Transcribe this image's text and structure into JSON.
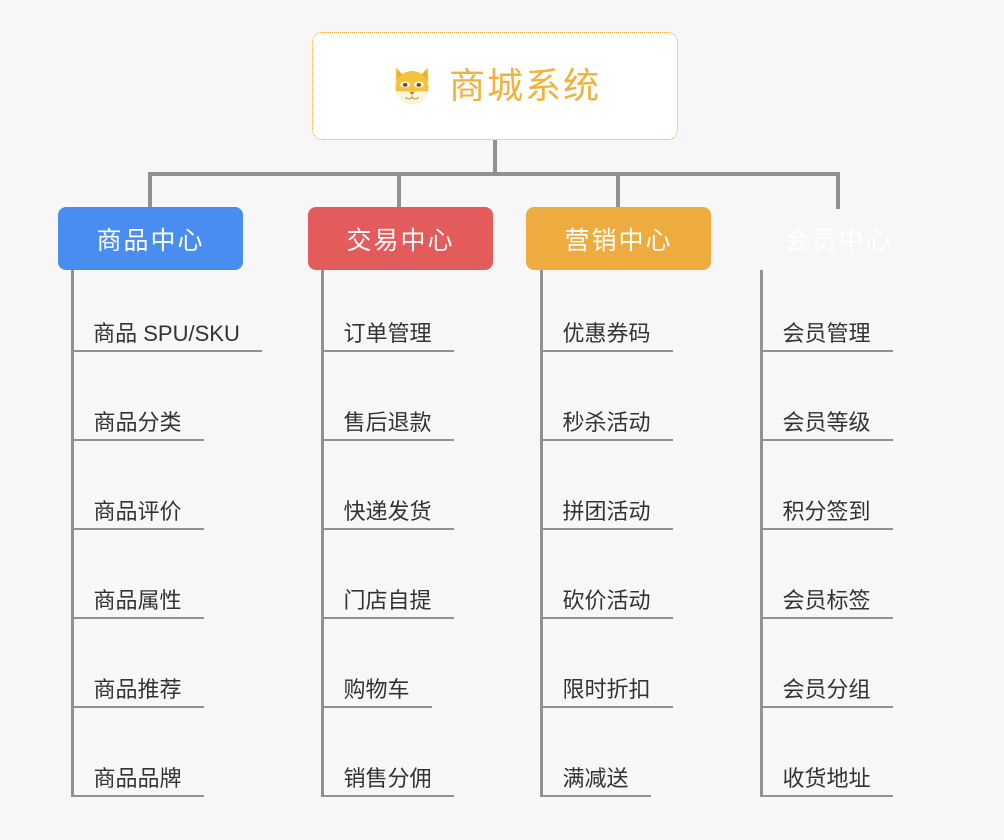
{
  "background_color": "#f7f7f7",
  "connector_color": "#919191",
  "root": {
    "title": "商城系统",
    "icon": "shiba-dog-icon",
    "text_color": "#f0b23c",
    "border_color": "#e9a73e",
    "background_color": "#ffffff"
  },
  "categories": [
    {
      "label": "商品中心",
      "color": "#4a8df0",
      "items": [
        "商品 SPU/SKU",
        "商品分类",
        "商品评价",
        "商品属性",
        "商品推荐",
        "商品品牌"
      ]
    },
    {
      "label": "交易中心",
      "color": "#e45b5b",
      "items": [
        "订单管理",
        "售后退款",
        "快递发货",
        "门店自提",
        "购物车",
        "销售分佣"
      ]
    },
    {
      "label": "营销中心",
      "color": "#eeab3f",
      "items": [
        "优惠券码",
        "秒杀活动",
        "拼团活动",
        "砍价活动",
        "限时折扣",
        "满减送"
      ]
    },
    {
      "label": "会员中心",
      "color": "#79c council",
      "items": [
        "会员管理",
        "会员等级",
        "积分签到",
        "会员标签",
        "会员分组",
        "收货地址"
      ]
    }
  ]
}
